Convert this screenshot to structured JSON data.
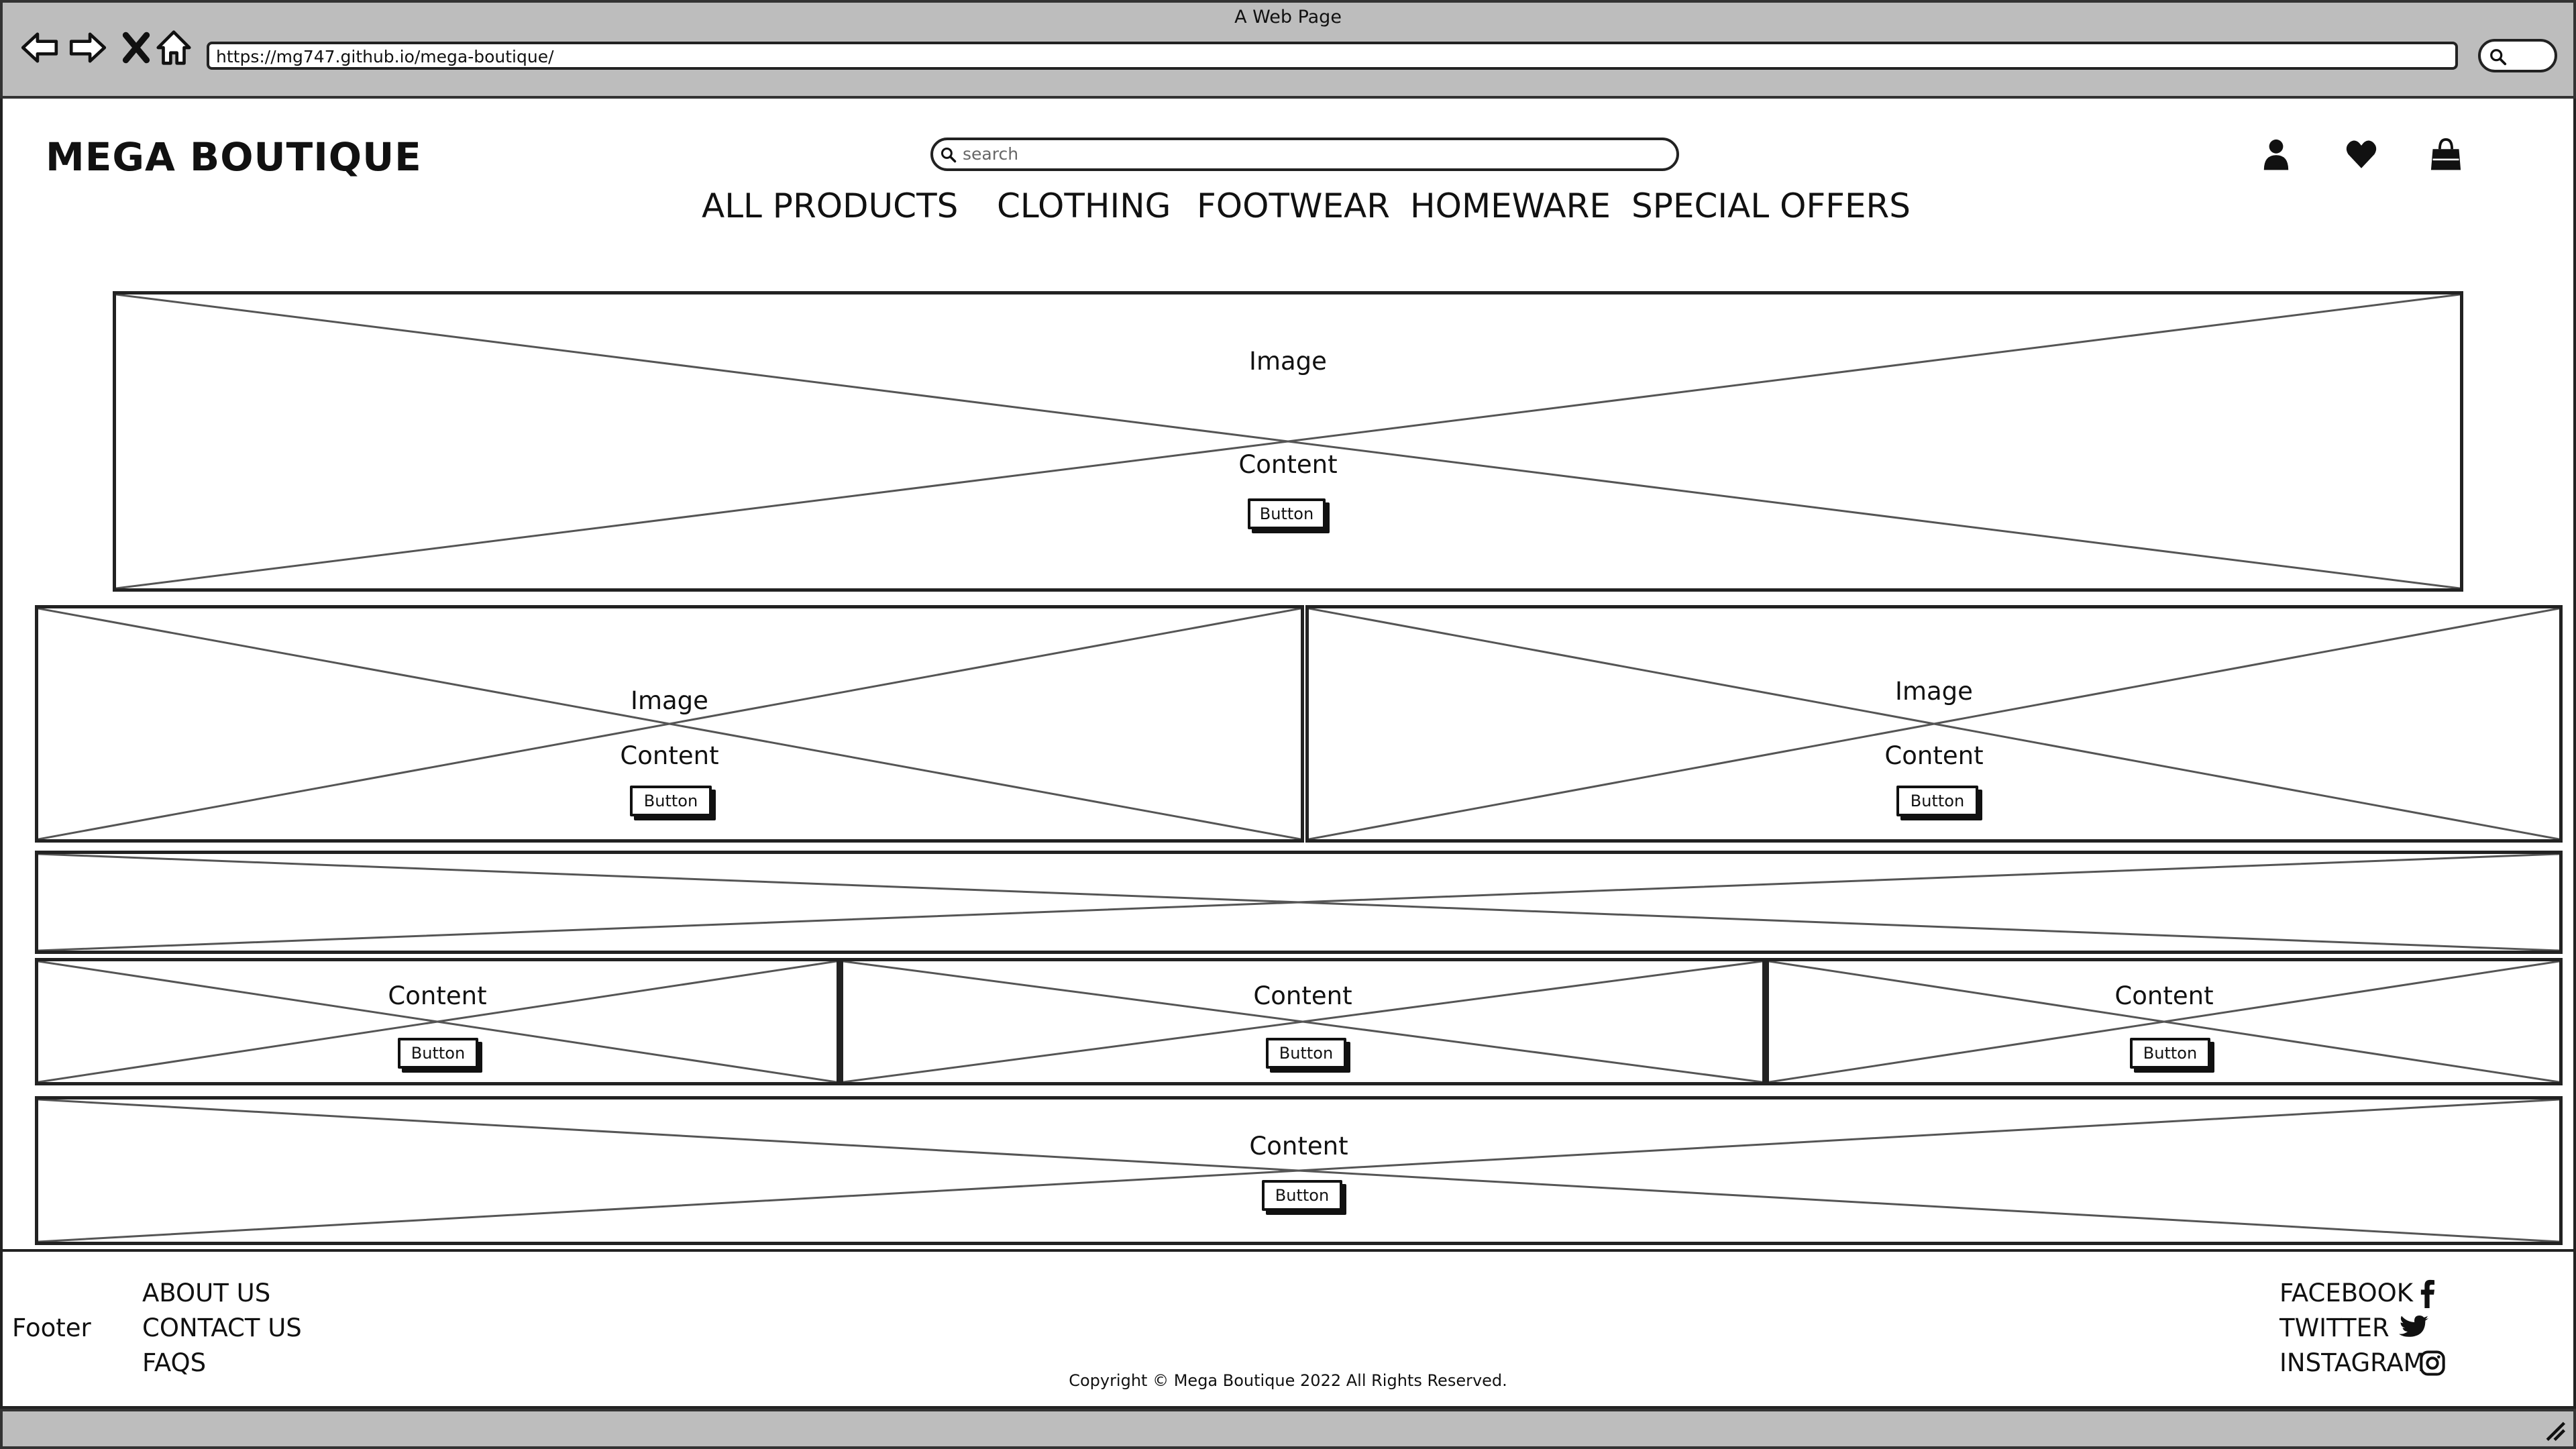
{
  "window": {
    "title": "A Web Page",
    "url": "https://mg747.github.io/mega-boutique/"
  },
  "chrome": {
    "icons": [
      "back-arrow-icon",
      "forward-arrow-icon",
      "close-x-icon",
      "home-icon",
      "search-icon"
    ]
  },
  "header": {
    "logo": "MEGA BOUTIQUE",
    "search_placeholder": "search",
    "icons": [
      "user-icon",
      "heart-icon",
      "shopping-bag-icon"
    ],
    "nav": [
      "ALL PRODUCTS",
      "CLOTHING",
      "FOOTWEAR",
      "HOMEWARE",
      "SPECIAL OFFERS"
    ]
  },
  "hero": {
    "image_label": "Image",
    "content_label": "Content",
    "button": "Button"
  },
  "row2": [
    {
      "image_label": "Image",
      "content_label": "Content",
      "button": "Button"
    },
    {
      "image_label": "Image",
      "content_label": "Content",
      "button": "Button"
    }
  ],
  "row4": [
    {
      "content_label": "Content",
      "button": "Button"
    },
    {
      "content_label": "Content",
      "button": "Button"
    },
    {
      "content_label": "Content",
      "button": "Button"
    }
  ],
  "row5": {
    "content_label": "Content",
    "button": "Button"
  },
  "footer": {
    "label": "Footer",
    "links": [
      "ABOUT US",
      "CONTACT US",
      "FAQS"
    ],
    "social": [
      "FACEBOOK",
      "TWITTER",
      "INSTAGRAM"
    ],
    "social_icons": [
      "facebook-icon",
      "twitter-icon",
      "instagram-icon"
    ],
    "copyright": "Copyright © Mega Boutique 2022 All Rights Reserved."
  }
}
